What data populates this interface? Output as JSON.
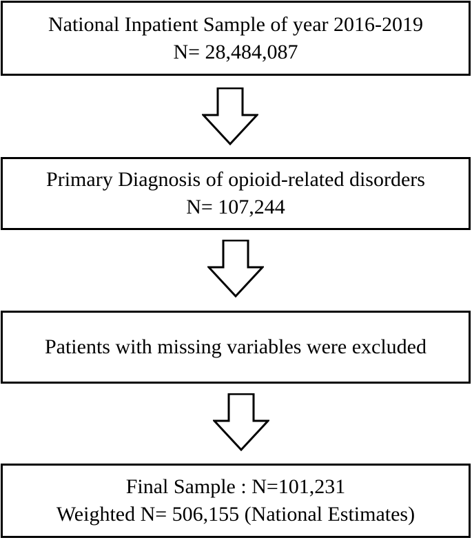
{
  "flowchart": {
    "steps": [
      {
        "line1": "National Inpatient Sample of year 2016-2019",
        "line2": "N= 28,484,087"
      },
      {
        "line1": "Primary Diagnosis of opioid-related disorders",
        "line2": "N= 107,244"
      },
      {
        "line1": "Patients with missing variables were excluded"
      },
      {
        "line1": "Final Sample : N=101,231",
        "line2": "Weighted N= 506,155 (National Estimates)"
      }
    ],
    "arrow_icon": "down-arrow-outline",
    "border_color": "#000000",
    "background_color": "#ffffff"
  }
}
